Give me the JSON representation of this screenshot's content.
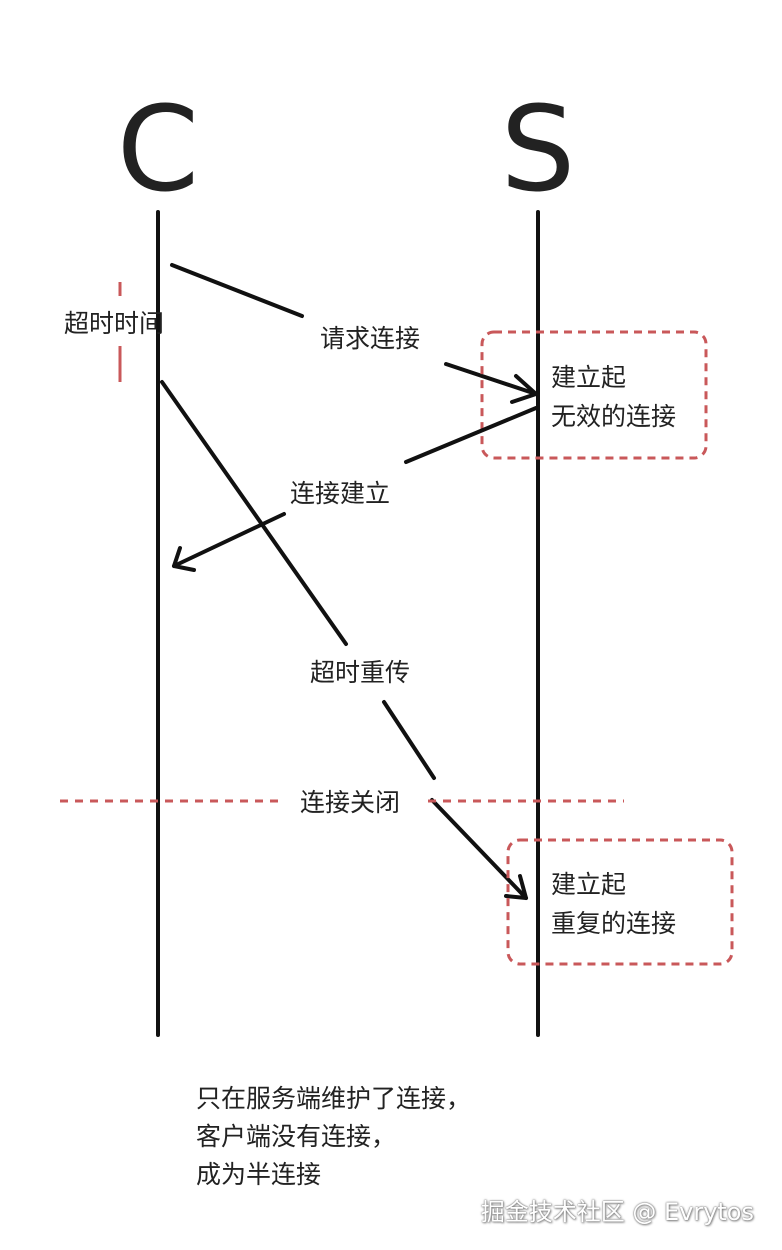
{
  "actors": {
    "client": "C",
    "server": "S"
  },
  "labels": {
    "timeout": "超时时间",
    "request": "请求连接",
    "established": "连接建立",
    "retransmit": "超时重传",
    "closed": "连接关闭"
  },
  "boxes": {
    "invalid": [
      "建立起",
      "无效的连接"
    ],
    "duplicate": [
      "建立起",
      "重复的连接"
    ]
  },
  "note": [
    "只在服务端维护了连接，",
    "客户端没有连接，",
    "成为半连接"
  ],
  "watermark": "掘金技术社区 @ Evrytos",
  "colors": {
    "line": "#111111",
    "dashed": "#c9585a",
    "text": "#222222"
  }
}
